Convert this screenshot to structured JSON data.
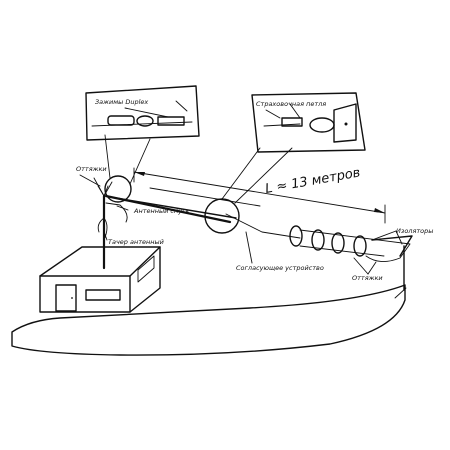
{
  "labels": {
    "duplex_clamps": "Зажимы Duplex",
    "safety_loop": "Страховочная петля",
    "braces_left": "Оттяжки",
    "antenna_lead": "Антенный спуск",
    "antenna_mast": "Тачер антенный",
    "length": "L ≈ 13 метров",
    "matching_device": "Согласующее устройство",
    "insulators": "Изоляторы",
    "braces_right": "Оттяжки"
  }
}
